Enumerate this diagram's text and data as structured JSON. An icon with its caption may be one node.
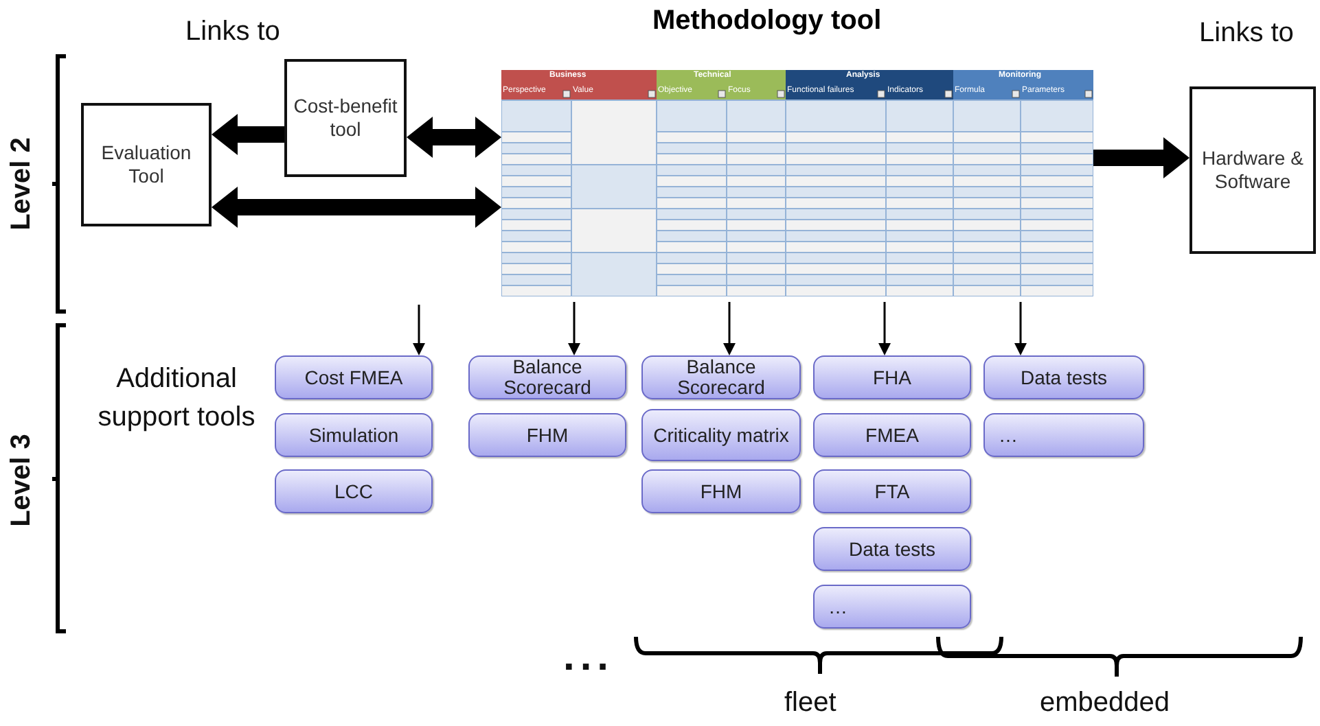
{
  "diagram": {
    "nodes": [
      {
        "text": [
          "Evaluation Tool"
        ]
      },
      {
        "text": [
          "Cost-benefit tool"
        ]
      },
      {
        "text": [
          "Methodology tool"
        ]
      },
      {
        "text": [
          "Hardware & Software"
        ]
      },
      {
        "text": [
          "Cost FMEA"
        ]
      },
      {
        "text": [
          "Simulation"
        ]
      },
      {
        "text": [
          "LCC"
        ]
      },
      {
        "text": [
          "Balance Scorecard"
        ]
      },
      {
        "text": [
          "FHM"
        ]
      },
      {
        "text": [
          "Balance Scorecard"
        ]
      },
      {
        "text": [
          "Criticality matrix"
        ]
      },
      {
        "text": [
          "FHM"
        ]
      },
      {
        "text": [
          "FHA"
        ]
      },
      {
        "text": [
          "FMEA"
        ]
      },
      {
        "text": [
          "FTA"
        ]
      },
      {
        "text": [
          "Data tests"
        ]
      },
      {
        "text": [
          "…"
        ]
      },
      {
        "text": [
          "Data tests"
        ]
      },
      {
        "text": [
          "…"
        ]
      }
    ],
    "edges": [
      {
        "from": 1,
        "to": 0,
        "arrow": "to",
        "style": "thick"
      },
      {
        "from": 1,
        "to": 2,
        "arrow": "both",
        "style": "thick"
      },
      {
        "from": 0,
        "to": 2,
        "arrow": "both",
        "style": "thick"
      },
      {
        "from": 2,
        "to": 3,
        "arrow": "to",
        "style": "thick"
      },
      {
        "from": null,
        "to": 4,
        "arrow": "to"
      },
      {
        "from": 2,
        "to": 7,
        "arrow": "to"
      },
      {
        "from": 2,
        "to": 9,
        "arrow": "to"
      },
      {
        "from": 2,
        "to": 12,
        "arrow": "to"
      },
      {
        "from": 2,
        "to": 17,
        "arrow": "to"
      }
    ],
    "labels": [
      "Links to",
      "Links to",
      "Level 2",
      "Business",
      "Technical",
      "Analysis",
      "Monitoring",
      "Perspective",
      "Value",
      "Objective",
      "Focus",
      "Functional failures",
      "Indicators",
      "Formula",
      "Parameters",
      "Level 3",
      "Additional support tools",
      "...",
      "fleet",
      "embedded"
    ]
  }
}
